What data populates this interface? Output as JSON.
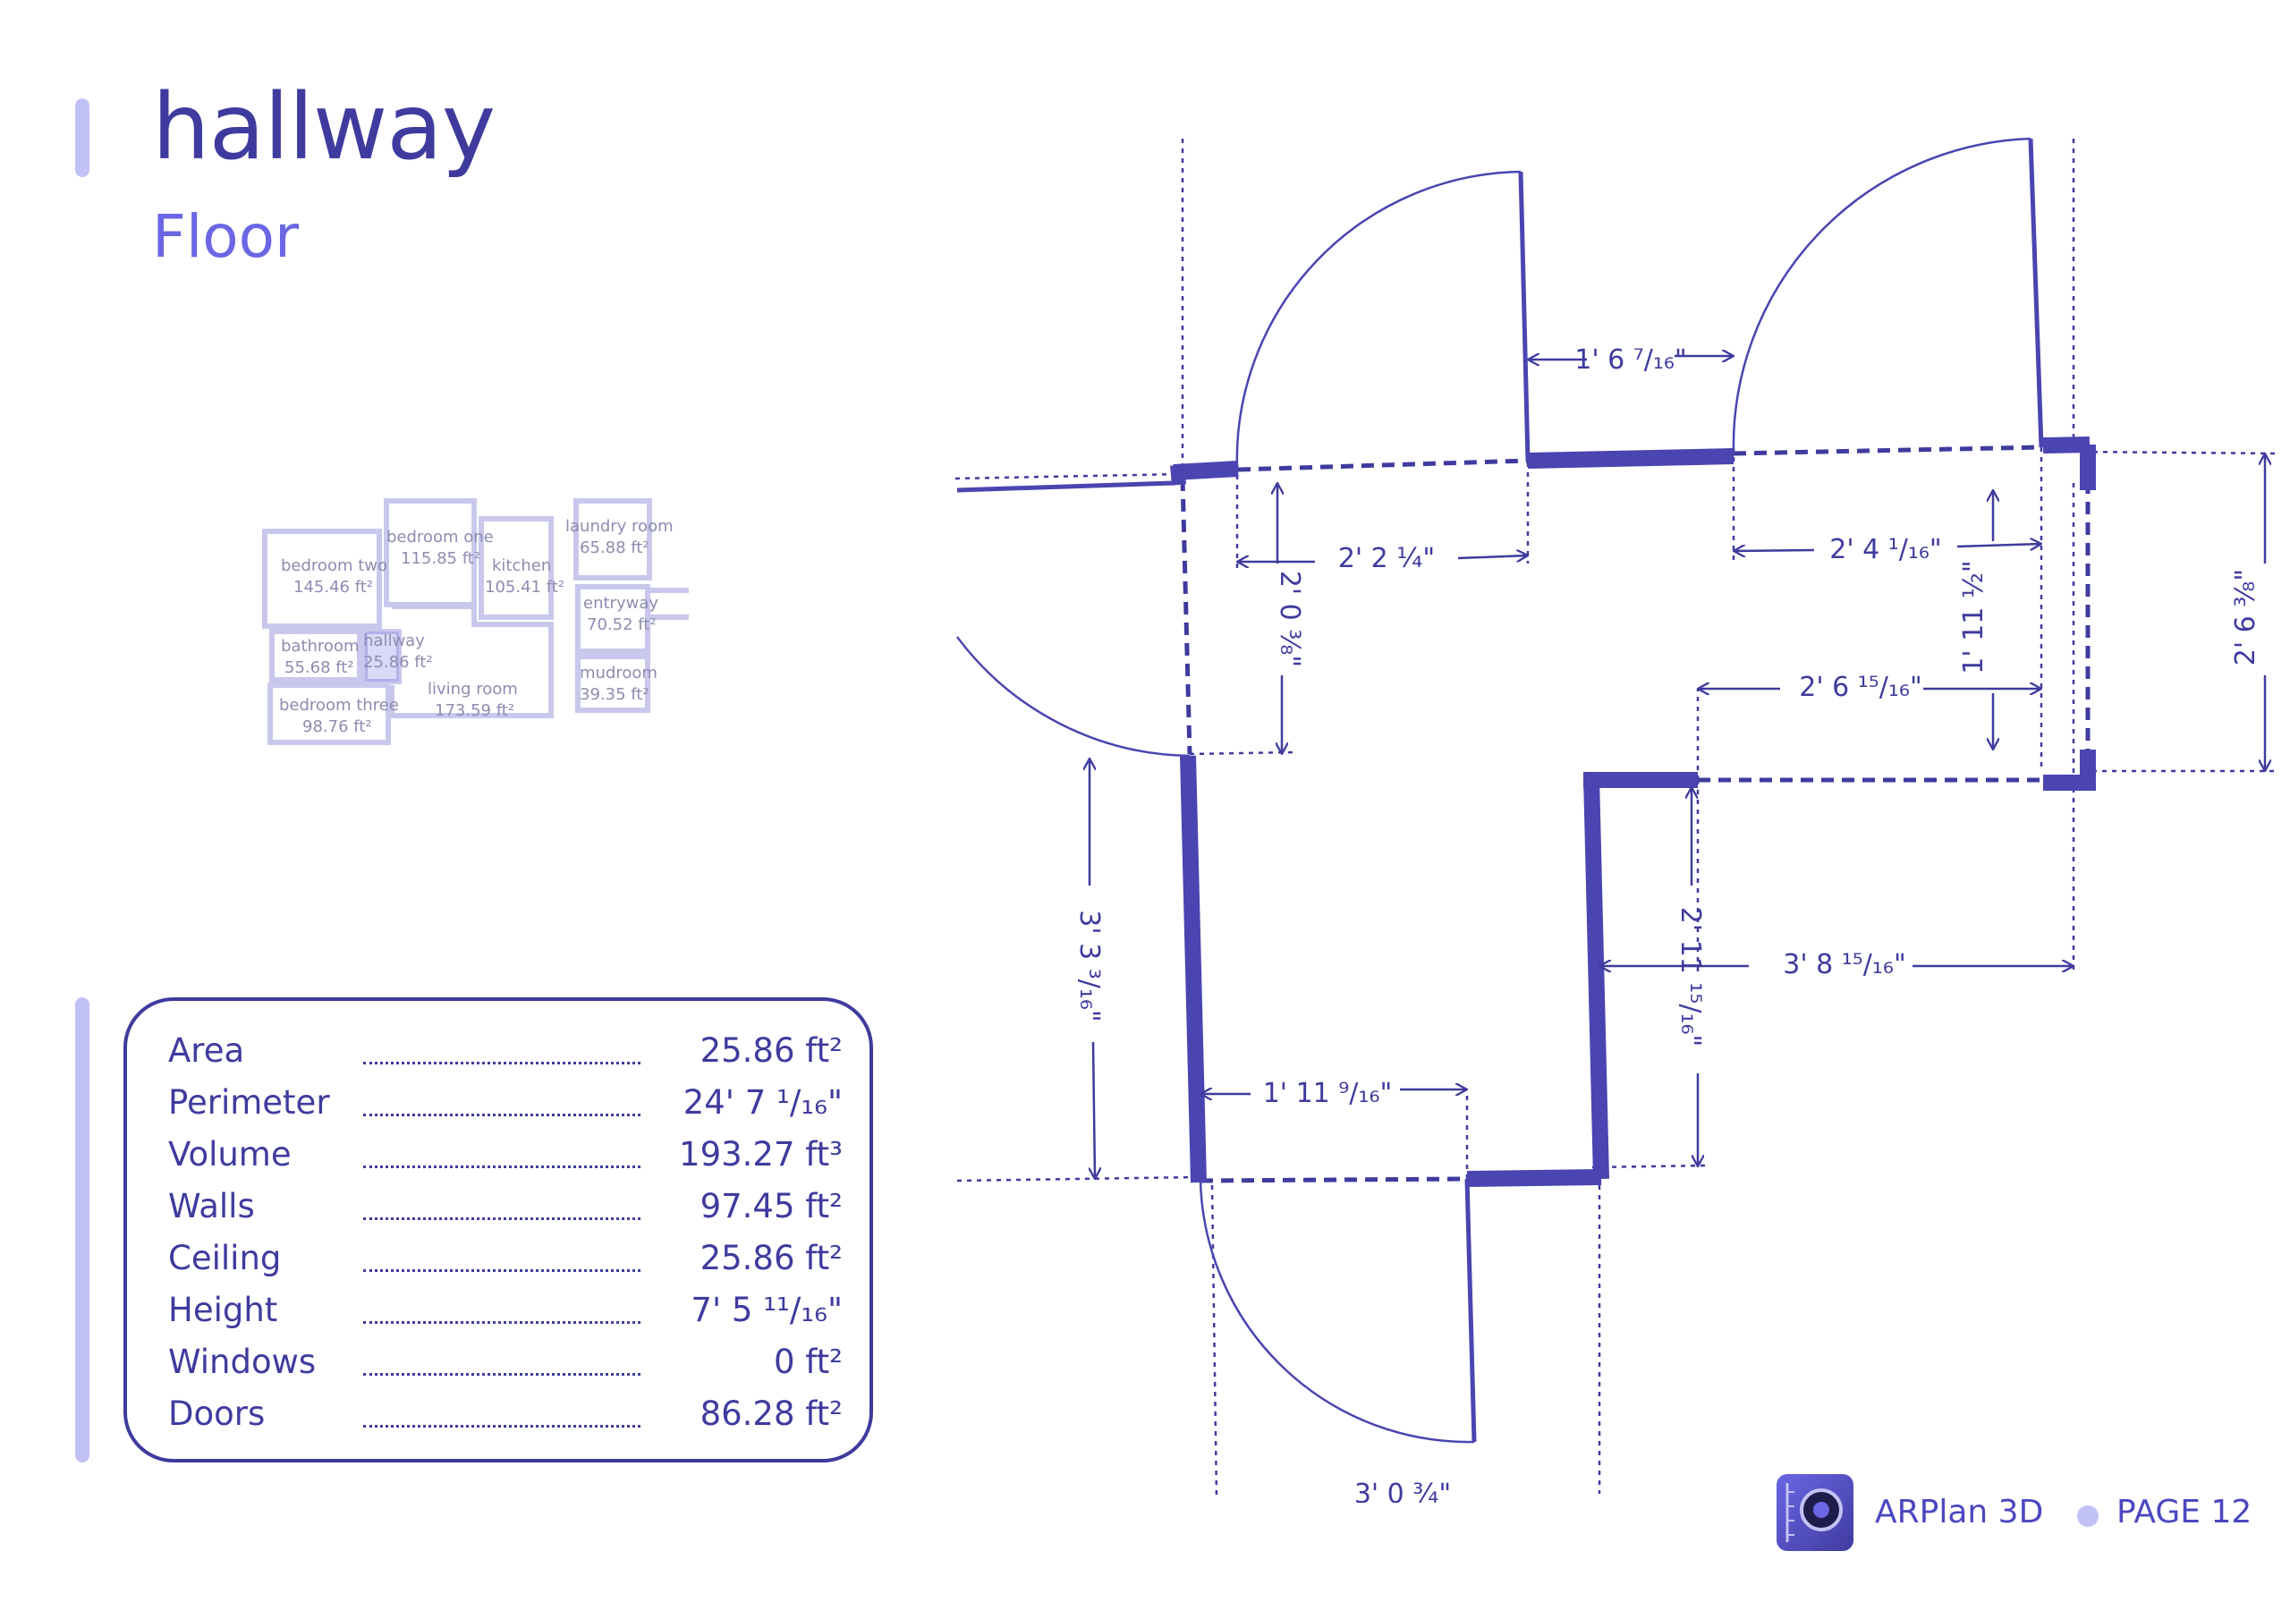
{
  "header": {
    "title": "hallway",
    "subtitle": "Floor"
  },
  "colors": {
    "primary": "#3f3b9e",
    "accent": "#6a66e4",
    "light": "#c2c1f6",
    "overview": "#c9c8ec"
  },
  "overview": {
    "rooms": [
      {
        "name": "bedroom two",
        "area": "145.46 ft²"
      },
      {
        "name": "bedroom one",
        "area": "115.85 ft²"
      },
      {
        "name": "kitchen",
        "area": "105.41 ft²"
      },
      {
        "name": "laundry room",
        "area": "65.88 ft²"
      },
      {
        "name": "entryway",
        "area": "70.52 ft²"
      },
      {
        "name": "bathroom",
        "area": "55.68 ft²"
      },
      {
        "name": "hallway",
        "area": "25.86 ft²"
      },
      {
        "name": "mudroom",
        "area": "39.35 ft²"
      },
      {
        "name": "living room",
        "area": "173.59 ft²"
      },
      {
        "name": "bedroom three",
        "area": "98.76 ft²"
      }
    ]
  },
  "stats": [
    {
      "label": "Area",
      "value": "25.86 ft²"
    },
    {
      "label": "Perimeter",
      "value": "24' 7 ¹/₁₆\""
    },
    {
      "label": "Volume",
      "value": "193.27 ft³"
    },
    {
      "label": "Walls",
      "value": "97.45 ft²"
    },
    {
      "label": "Ceiling",
      "value": "25.86 ft²"
    },
    {
      "label": "Height",
      "value": "7' 5 ¹¹/₁₆\""
    },
    {
      "label": "Windows",
      "value": "0 ft²"
    },
    {
      "label": "Doors",
      "value": "86.28 ft²"
    }
  ],
  "dimensions": {
    "top_door_gap": "1' 6 ⁷/₁₆\"",
    "left_top": "2' 2 ¼\"",
    "right_top": "2' 4 ¹/₁₆\"",
    "left_vertical": "2' 0 ⅜\"",
    "right_inner_vertical": "1' 11 ½\"",
    "right_outer_vertical": "2' 6 ⅜\"",
    "mid_horizontal": "2' 6 ¹⁵/₁₆\"",
    "left_long_vertical": "3' 3 ³/₁₆\"",
    "center_vertical": "2' 11 ¹⁵/₁₆\"",
    "right_horizontal": "3' 8 ¹⁵/₁₆\"",
    "bottom_left": "1' 11 ⁹/₁₆\"",
    "bottom_cut": "3' 0 ¾\""
  },
  "footer": {
    "app_name": "ARPlan 3D",
    "page": "PAGE 12"
  }
}
